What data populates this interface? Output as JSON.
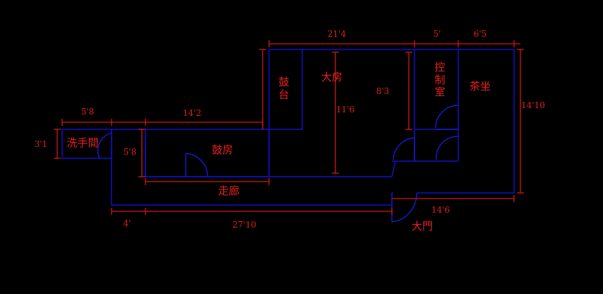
{
  "rooms": {
    "washroom": "洗手間",
    "drum_room": "鼓房",
    "drum_stage": "鼓台",
    "big_room": "大房",
    "control_room": "控制室",
    "tea_seating": "茶坐",
    "corridor": "走廊",
    "main_door": "大門"
  },
  "dimensions": {
    "top_width_big_room": "21'4",
    "top_width_control": "5'",
    "top_width_tea": "6'5",
    "washroom_width": "5'8",
    "drum_room_width": "14'2",
    "washroom_height": "3'1",
    "drum_room_height": "5'8",
    "big_room_inner_height": "11'6",
    "big_room_depth": "8'3",
    "right_height": "14'10",
    "lower_right_width": "14'6",
    "bottom_left": "4'",
    "bottom_long": "27'10"
  },
  "colors": {
    "background": "#000000",
    "walls": "#1010c8",
    "dimensions": "#d01818",
    "labels": "#e82020"
  }
}
